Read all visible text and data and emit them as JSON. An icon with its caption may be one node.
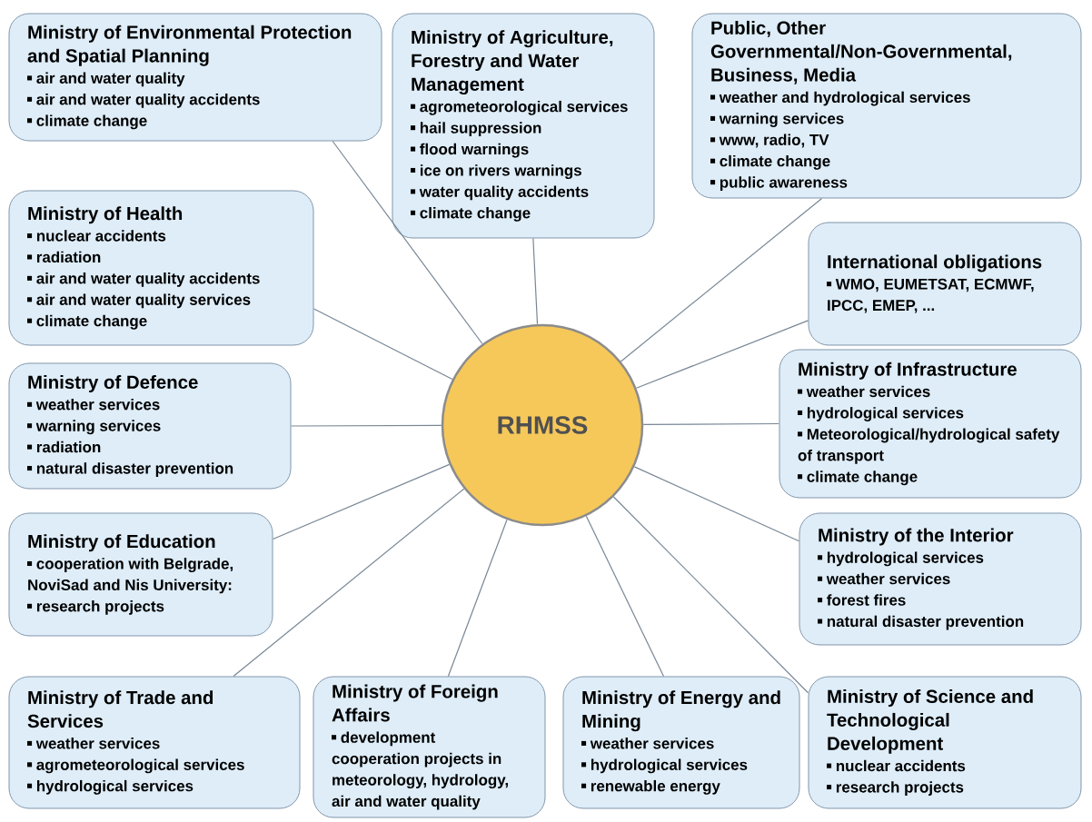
{
  "diagram": {
    "nodes": [
      {
        "text": [
          "Ministry of Environmental Protection and Spatial Planning",
          "air and water quality",
          "air and water quality accidents",
          "climate change"
        ]
      },
      {
        "text": [
          "Ministry of Agriculture, Forestry and Water Management",
          "agrometeorological services",
          "hail suppression",
          "flood warnings",
          "ice on rivers warnings",
          "water quality accidents",
          "climate change"
        ]
      },
      {
        "text": [
          "Public, Other Governmental/Non-Governmental, Business, Media",
          "weather and hydrological services",
          "warning services",
          "www, radio, TV",
          "climate change",
          "public awareness"
        ]
      },
      {
        "text": [
          "Ministry of Health",
          "nuclear accidents",
          "radiation",
          "air and water quality accidents",
          "air and water quality services",
          "climate change"
        ]
      },
      {
        "text": [
          "International obligations",
          "WMO, EUMETSAT, ECMWF, IPCC, EMEP, ..."
        ]
      },
      {
        "text": [
          "Ministry of Defence",
          "weather services",
          "warning services",
          "radiation",
          "natural disaster prevention"
        ]
      },
      {
        "text": [
          "RHMSS"
        ]
      },
      {
        "text": [
          "Ministry of Infrastructure",
          "weather services",
          "hydrological services",
          "Meteorological/hydrological safety of transport",
          "climate change"
        ]
      },
      {
        "text": [
          "Ministry of Education",
          "cooperation with Belgrade, NoviSad and Nis University:",
          "research projects"
        ]
      },
      {
        "text": [
          "Ministry of the Interior",
          "hydrological services",
          "weather services",
          "forest fires",
          "natural disaster prevention"
        ]
      },
      {
        "text": [
          "Ministry of Trade and Services",
          "weather services",
          "agrometeorological services",
          "hydrological services"
        ]
      },
      {
        "text": [
          "Ministry of Foreign Affairs",
          "development cooperation projects in meteorology, hydrology, air and water quality"
        ]
      },
      {
        "text": [
          "Ministry of Energy and Mining",
          "weather services",
          "hydrological services",
          "renewable energy"
        ]
      },
      {
        "text": [
          "Ministry of Science and Technological Development",
          "nuclear accidents",
          "research projects"
        ]
      }
    ],
    "edges": [
      {
        "from": 0,
        "to": 6,
        "arrow": "none"
      },
      {
        "from": 1,
        "to": 6,
        "arrow": "none"
      },
      {
        "from": 2,
        "to": 6,
        "arrow": "none"
      },
      {
        "from": 3,
        "to": 6,
        "arrow": "none"
      },
      {
        "from": 4,
        "to": 6,
        "arrow": "none"
      },
      {
        "from": 5,
        "to": 6,
        "arrow": "none"
      },
      {
        "from": 7,
        "to": 6,
        "arrow": "none"
      },
      {
        "from": 8,
        "to": 6,
        "arrow": "none"
      },
      {
        "from": 9,
        "to": 6,
        "arrow": "none"
      },
      {
        "from": 10,
        "to": 6,
        "arrow": "none"
      },
      {
        "from": 11,
        "to": 6,
        "arrow": "none"
      },
      {
        "from": 12,
        "to": 6,
        "arrow": "none"
      },
      {
        "from": 13,
        "to": 6,
        "arrow": "none"
      }
    ]
  }
}
